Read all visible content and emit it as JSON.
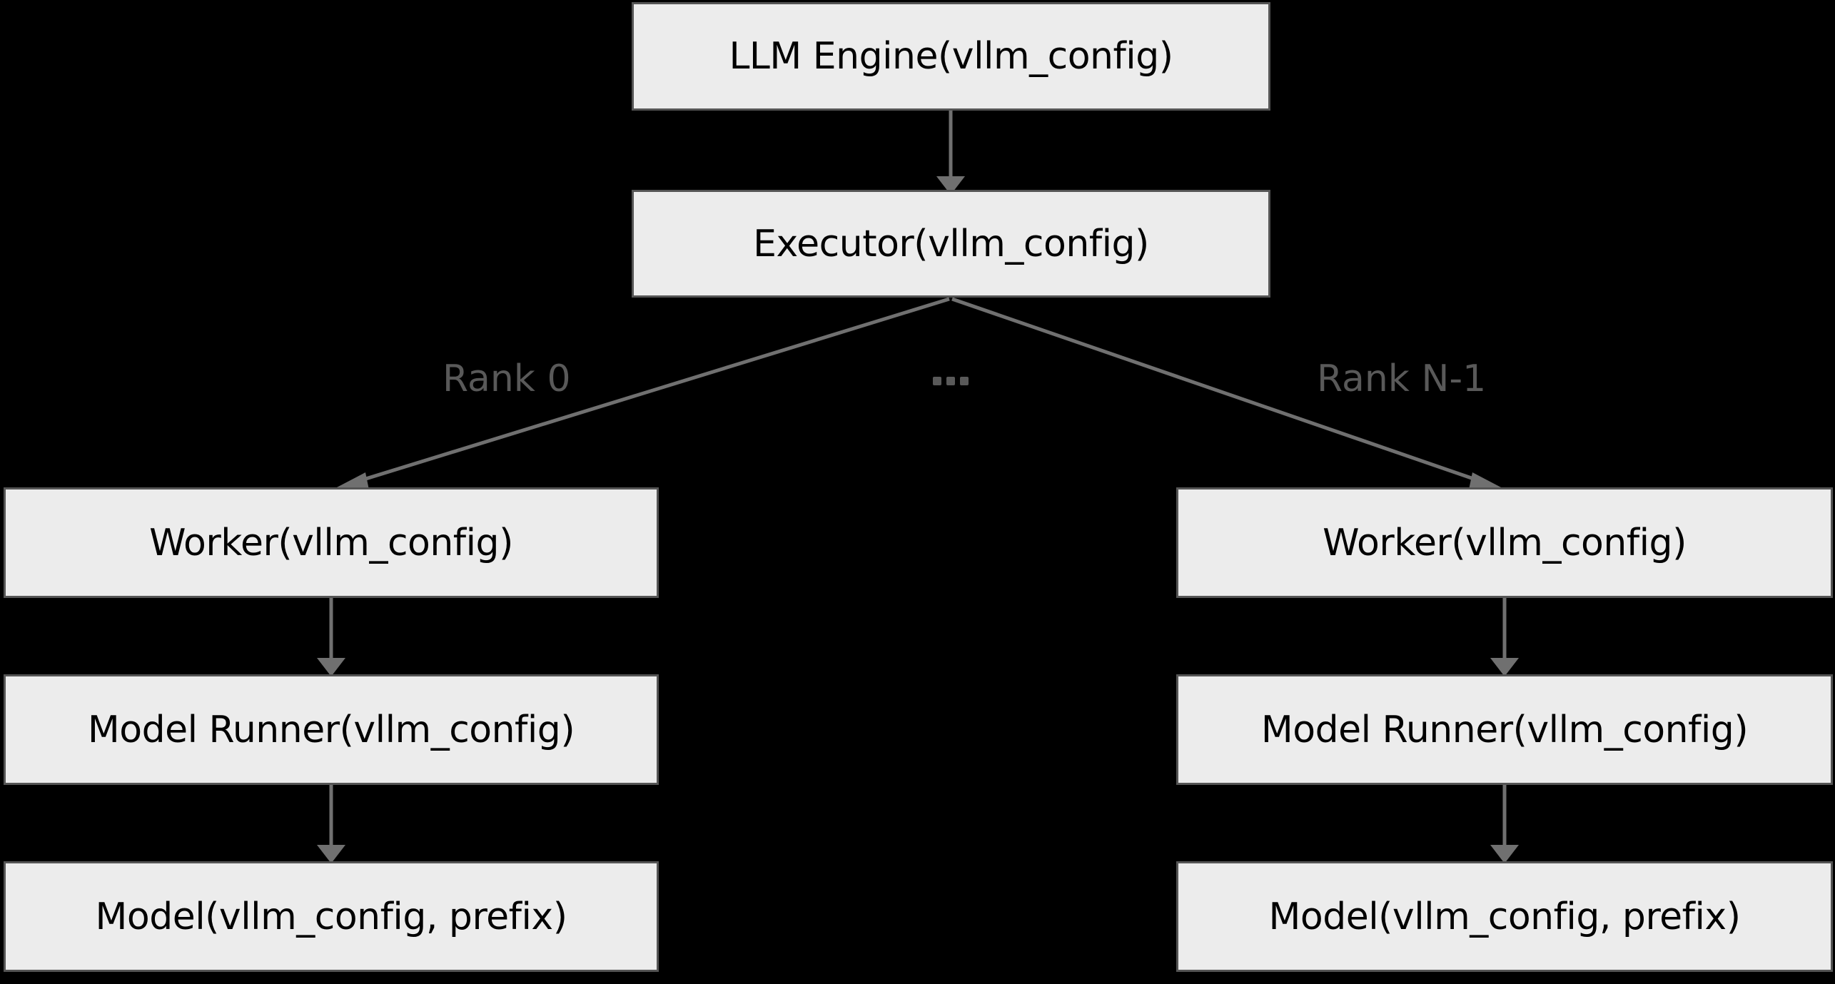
{
  "diagram": {
    "type": "flowchart",
    "background_color": "#000000",
    "node_fill": "#ececec",
    "node_border": "#555555",
    "edge_color": "#707070",
    "edge_label_color": "#595959",
    "nodes": [
      {
        "id": "engine",
        "label": "LLM Engine(vllm_config)"
      },
      {
        "id": "executor",
        "label": "Executor(vllm_config)"
      },
      {
        "id": "worker_0",
        "label": "Worker(vllm_config)"
      },
      {
        "id": "runner_0",
        "label": "Model Runner(vllm_config)"
      },
      {
        "id": "model_0",
        "label": "Model(vllm_config, prefix)"
      },
      {
        "id": "worker_n",
        "label": "Worker(vllm_config)"
      },
      {
        "id": "runner_n",
        "label": "Model Runner(vllm_config)"
      },
      {
        "id": "model_n",
        "label": "Model(vllm_config, prefix)"
      }
    ],
    "edge_labels": {
      "rank_first": "Rank 0",
      "rank_last": "Rank N-1",
      "ellipsis": "..."
    },
    "edges": [
      {
        "from": "engine",
        "to": "executor",
        "label": ""
      },
      {
        "from": "executor",
        "to": "worker_0",
        "label": "Rank 0"
      },
      {
        "from": "executor",
        "to": "worker_n",
        "label": "Rank N-1"
      },
      {
        "from": "worker_0",
        "to": "runner_0",
        "label": ""
      },
      {
        "from": "runner_0",
        "to": "model_0",
        "label": ""
      },
      {
        "from": "worker_n",
        "to": "runner_n",
        "label": ""
      },
      {
        "from": "runner_n",
        "to": "model_n",
        "label": ""
      }
    ]
  }
}
